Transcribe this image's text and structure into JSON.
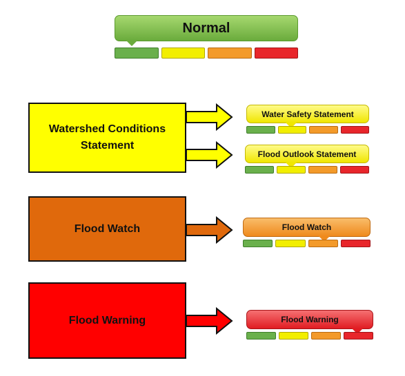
{
  "colors": {
    "green": "#6ab04c",
    "yellow": "#f2ee00",
    "orange": "#f39a2a",
    "red": "#e8262b",
    "box_yellow": "#ffff00",
    "box_orange": "#e0690c",
    "box_red": "#ff0000"
  },
  "normal_badge": {
    "label": "Normal",
    "active_level": 0
  },
  "statuses": [
    {
      "label": "Watershed Conditions Statement",
      "badges": [
        {
          "label": "Water Safety Statement",
          "active_level": 1
        },
        {
          "label": "Flood Outlook Statement",
          "active_level": 1
        }
      ]
    },
    {
      "label": "Flood Watch",
      "badges": [
        {
          "label": "Flood Watch",
          "active_level": 2
        }
      ]
    },
    {
      "label": "Flood Warning",
      "badges": [
        {
          "label": "Flood Warning",
          "active_level": 3
        }
      ]
    }
  ]
}
